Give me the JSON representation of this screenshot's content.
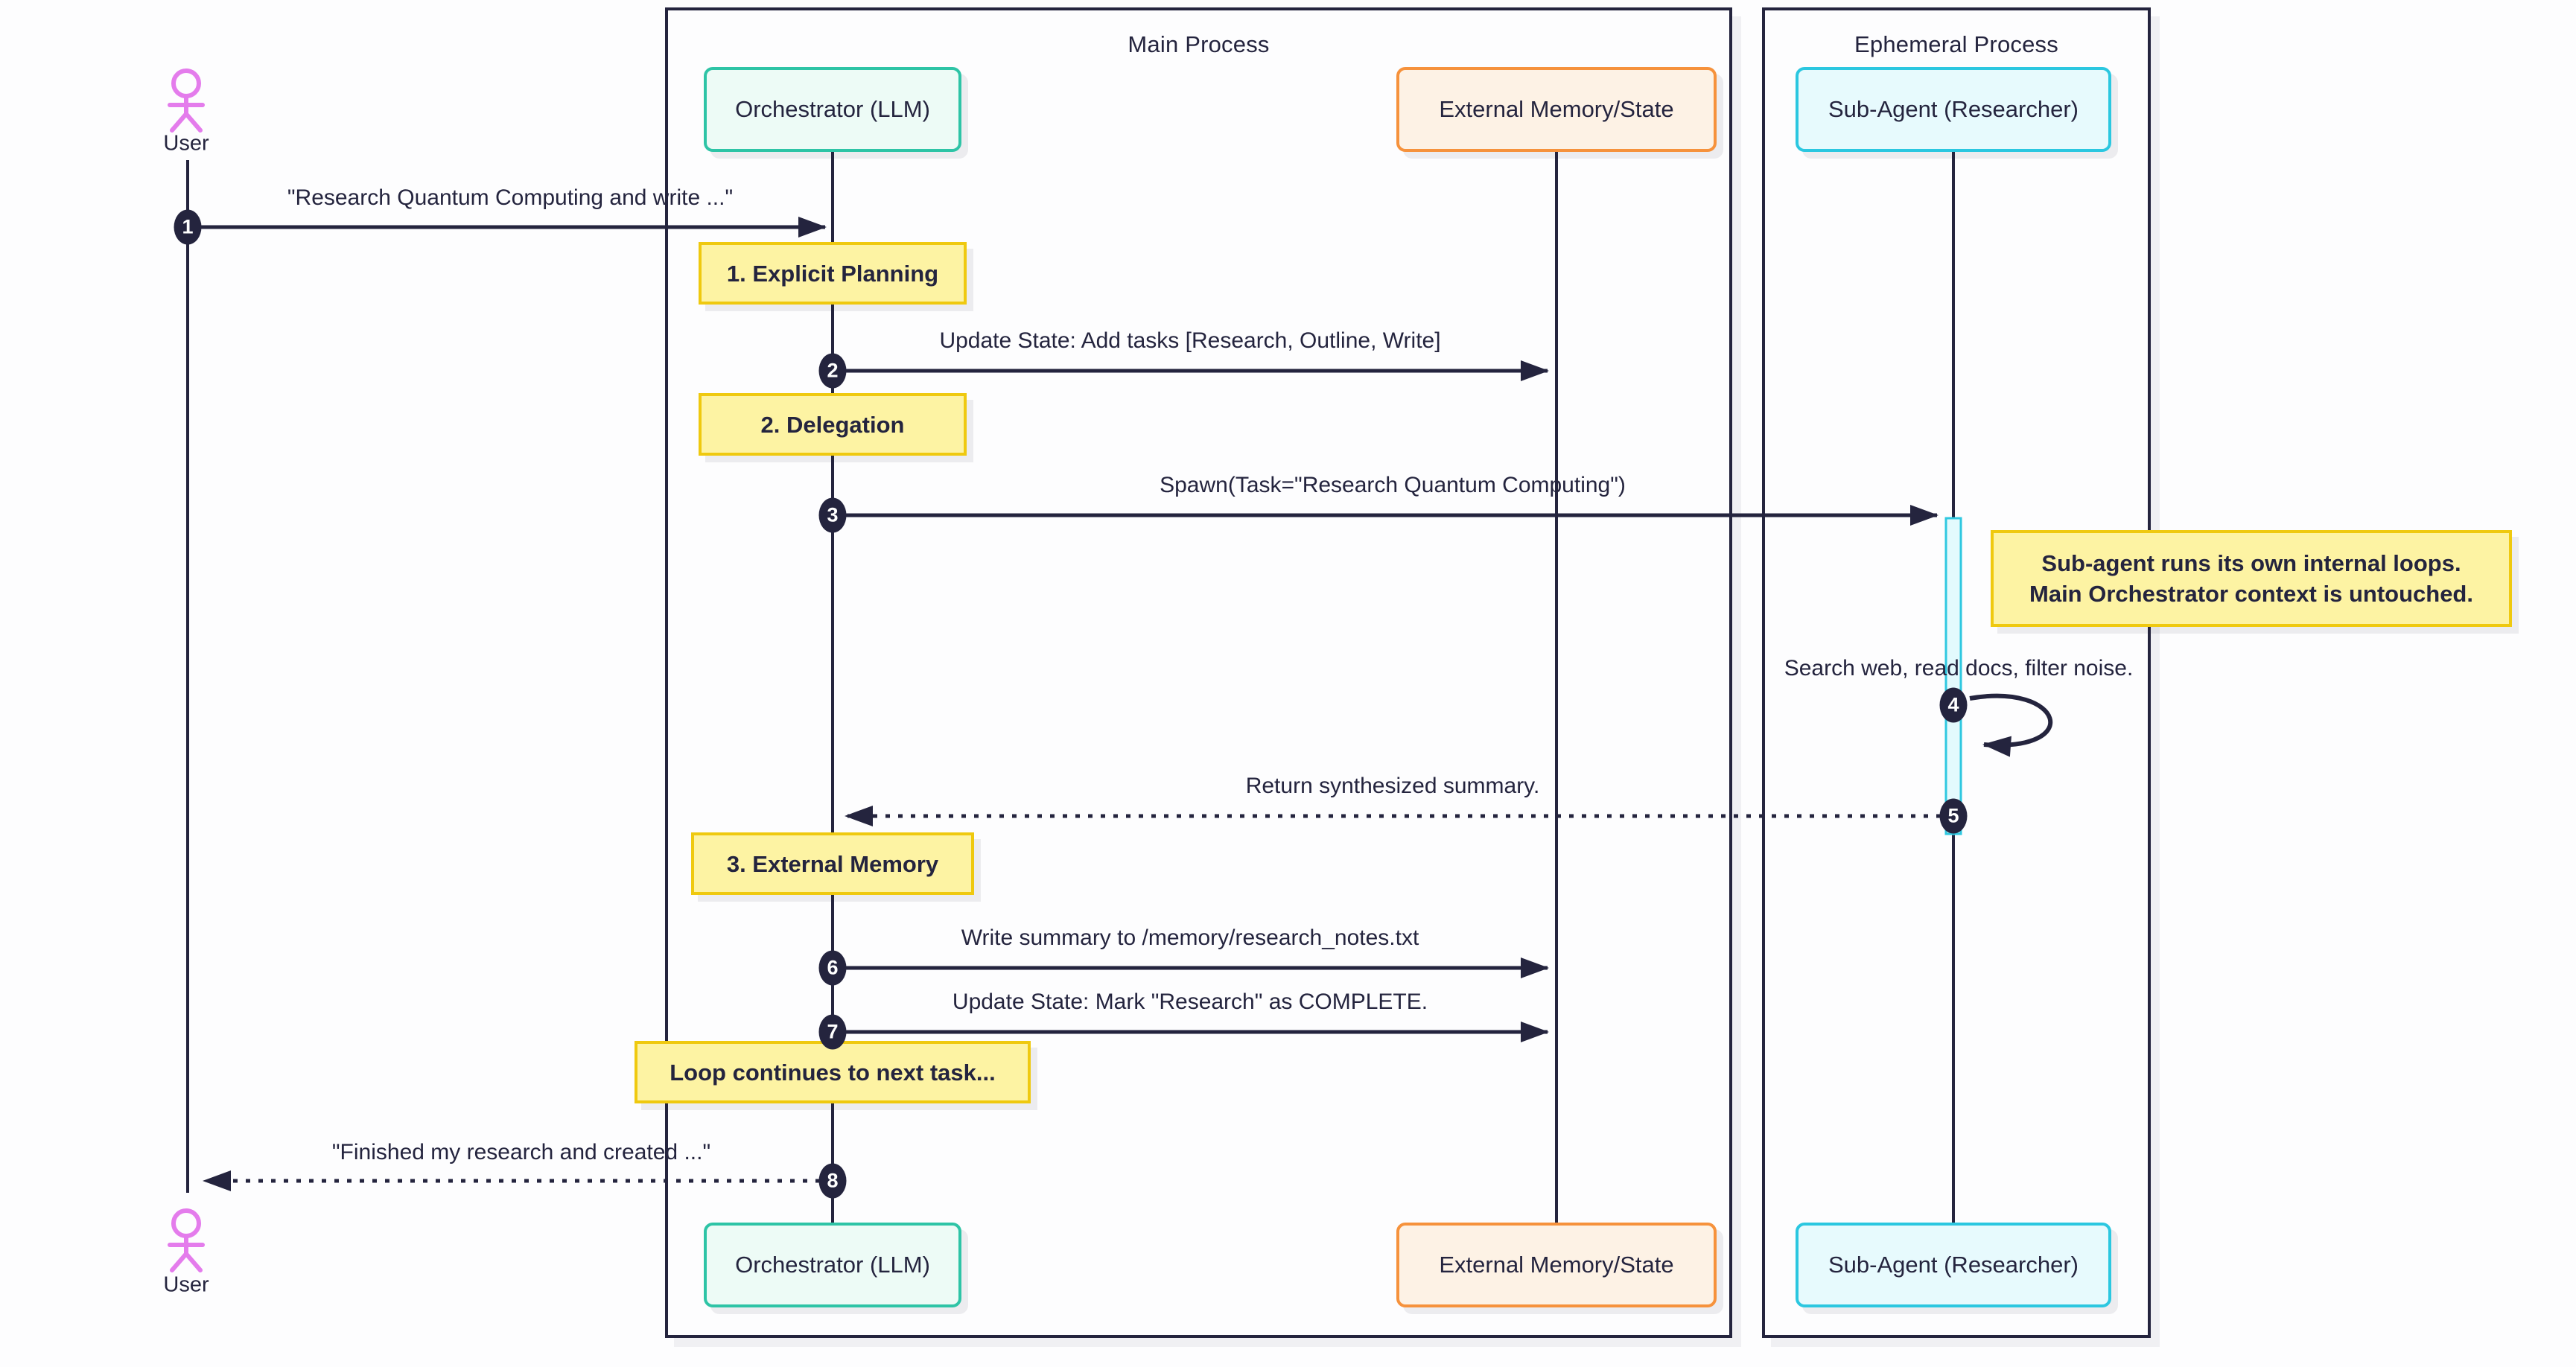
{
  "frames": {
    "main": {
      "title": "Main Process"
    },
    "ephemeral": {
      "title": "Ephemeral Process"
    }
  },
  "participants": {
    "user": {
      "label": "User",
      "icon": "stick-figure-icon"
    },
    "orchestrator": {
      "label": "Orchestrator (LLM)"
    },
    "memory": {
      "label": "External Memory/State"
    },
    "subagent": {
      "label": "Sub-Agent (Researcher)"
    }
  },
  "messages": [
    {
      "seq": "1",
      "text": "\"Research Quantum Computing and write ...\"",
      "line_style": "solid"
    },
    {
      "seq": "2",
      "text": "Update State: Add tasks [Research, Outline, Write]",
      "line_style": "solid"
    },
    {
      "seq": "3",
      "text": "Spawn(Task=\"Research Quantum Computing\")",
      "line_style": "solid"
    },
    {
      "seq": "4",
      "text": "Search web, read docs, filter noise.",
      "line_style": "self-loop"
    },
    {
      "seq": "5",
      "text": "Return synthesized summary.",
      "line_style": "dashed"
    },
    {
      "seq": "6",
      "text": "Write summary to /memory/research_notes.txt",
      "line_style": "solid"
    },
    {
      "seq": "7",
      "text": "Update State: Mark \"Research\" as COMPLETE.",
      "line_style": "solid"
    },
    {
      "seq": "8",
      "text": "\"Finished my research and created ...\"",
      "line_style": "dashed"
    }
  ],
  "notes": [
    {
      "text": "1. Explicit Planning"
    },
    {
      "text": "2. Delegation"
    },
    {
      "line1": "Sub-agent runs its own internal loops.",
      "line2": "Main Orchestrator context is untouched."
    },
    {
      "text": "3. External Memory"
    },
    {
      "text": "Loop continues to next task..."
    }
  ],
  "colors": {
    "ink": "#24243E",
    "actor_pink": "#E47CEC",
    "teal_border": "#2EC4A6",
    "teal_fill": "#EDFBF6",
    "orange_border": "#F6923C",
    "orange_fill": "#FDF2E5",
    "cyan_border": "#2BC7E0",
    "cyan_fill": "#E7FAFD",
    "note_fill": "#FDF3A3",
    "note_border": "#EFC90F",
    "activation_fill": "#E3FAFD",
    "activation_border": "#2FC8E0"
  }
}
